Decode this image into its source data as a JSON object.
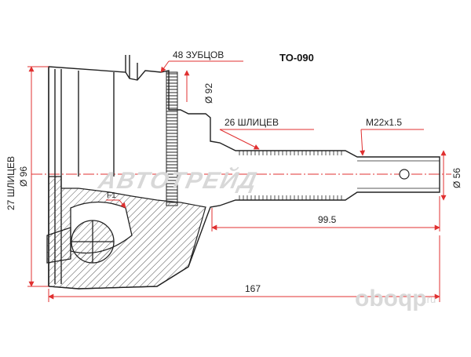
{
  "part_number": "TO-090",
  "labels": {
    "teeth": "48 ЗУБЦОВ",
    "abs_diameter": "Ø 92",
    "inner_splines": "26 ШЛИЦЕВ",
    "thread": "M22x1.5",
    "shaft_diameter": "Ø 56",
    "outer_splines": "27 ШЛИЦЕВ",
    "body_diameter": "Ø 96",
    "f1": "F1",
    "shaft_length": "99.5",
    "total_length": "167"
  },
  "watermark": "АВТОТРЕЙД",
  "logo": {
    "text": "oboqp",
    "suffix": ".ru"
  },
  "colors": {
    "dimension_red": "#e03030",
    "outline": "#222222",
    "hatch": "#555555",
    "watermark": "#d8d8d8"
  }
}
